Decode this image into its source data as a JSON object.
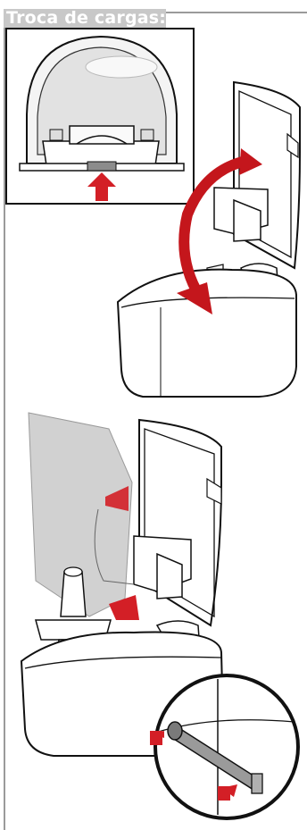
{
  "header": {
    "title": "Troca de cargas:"
  },
  "illustrations": [
    {
      "name": "inset-release-button",
      "arrow_color": "#d31f26"
    },
    {
      "name": "open-lid-rotate",
      "arrow_color": "#c4161c"
    },
    {
      "name": "insert-refill",
      "arrow_color": "#d31f26"
    },
    {
      "name": "lever-detail",
      "arrow_color": "#d31f26"
    }
  ],
  "colors": {
    "accent_red": "#c8161d",
    "line": "#111111",
    "refill_gray": "#c9c9c9",
    "header_gray": "#c8c8c8"
  }
}
